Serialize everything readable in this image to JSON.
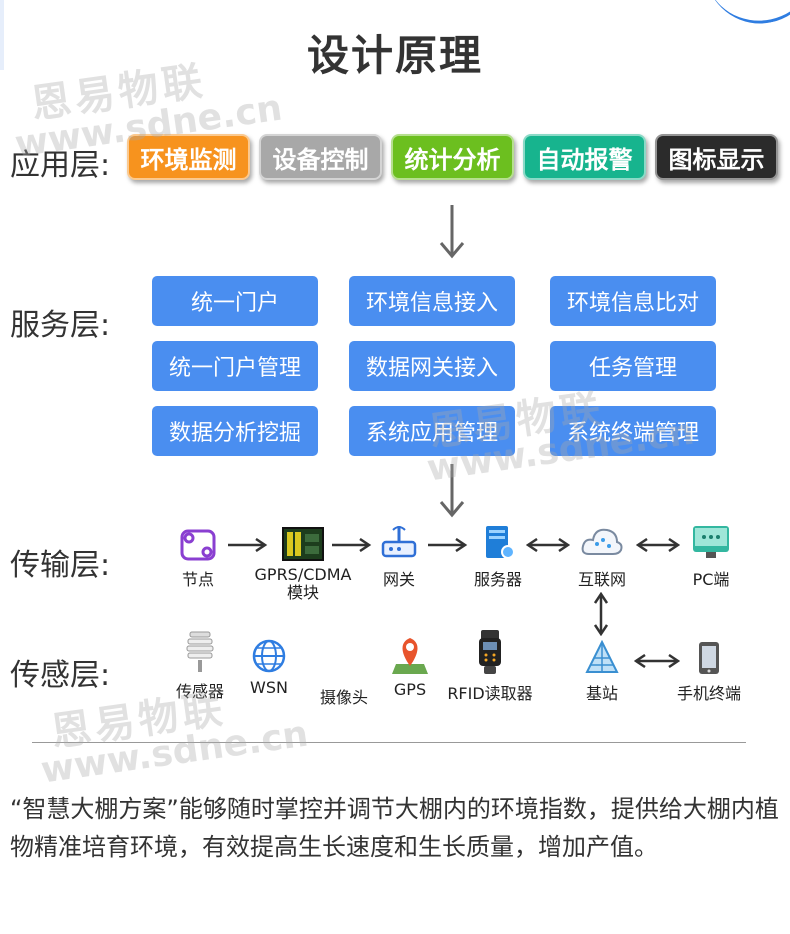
{
  "title": "设计原理",
  "watermark": {
    "cn": "恩易物联",
    "url": "www.sdne.cn"
  },
  "layers": {
    "app": "应用层:",
    "service": "服务层:",
    "transport": "传输层:",
    "sensing": "传感层:"
  },
  "app_buttons": [
    {
      "label": "环境监测",
      "color": "#f7931e"
    },
    {
      "label": "设备控制",
      "color": "#a8a8a8"
    },
    {
      "label": "统计分析",
      "color": "#6cbf1f"
    },
    {
      "label": "自动报警",
      "color": "#17b48e"
    },
    {
      "label": "图标显示",
      "color": "#2b2b2b"
    }
  ],
  "service_buttons": [
    [
      "统一门户",
      "环境信息接入",
      "环境信息比对"
    ],
    [
      "统一门户管理",
      "数据网关接入",
      "任务管理"
    ],
    [
      "数据分析挖掘",
      "系统应用管理",
      "系统终端管理"
    ]
  ],
  "transport_nodes": {
    "node": "节点",
    "gprs": "GPRS/CDMA",
    "gprs2": "模块",
    "gateway": "网关",
    "server": "服务器",
    "internet": "互联网",
    "pc": "PC端"
  },
  "sensing_nodes": {
    "sensor": "传感器",
    "wsn": "WSN",
    "camera": "摄像头",
    "gps": "GPS",
    "rfid": "RFID读取器",
    "base": "基站",
    "phone": "手机终端"
  },
  "description": "“智慧大棚方案”能够随时掌控并调节大棚内的环境指数，提供给大棚内植物精准培育环境，有效提高生长速度和生长质量，增加产值。"
}
